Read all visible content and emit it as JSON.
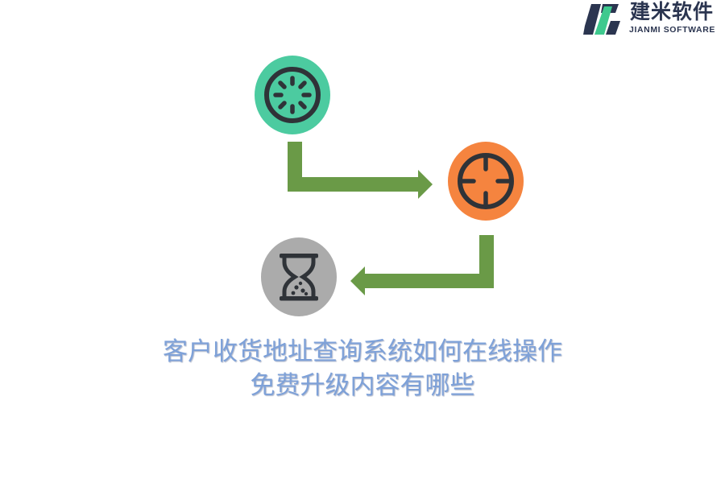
{
  "logo": {
    "name_cn": "建米软件",
    "name_en": "JIANMI SOFTWARE",
    "icon": "jianmi-logo-mark"
  },
  "steps": [
    {
      "icon": "loading-spinner-icon",
      "color": "#4ccba0"
    },
    {
      "icon": "crosshair-target-icon",
      "color": "#f5843f"
    },
    {
      "icon": "hourglass-icon",
      "color": "#ababab"
    }
  ],
  "arrow_color": "#6a9a47",
  "caption": {
    "line1": "客户收货地址查询系统如何在线操作",
    "line2": "免费升级内容有哪些",
    "color": "#7ea1d8"
  }
}
